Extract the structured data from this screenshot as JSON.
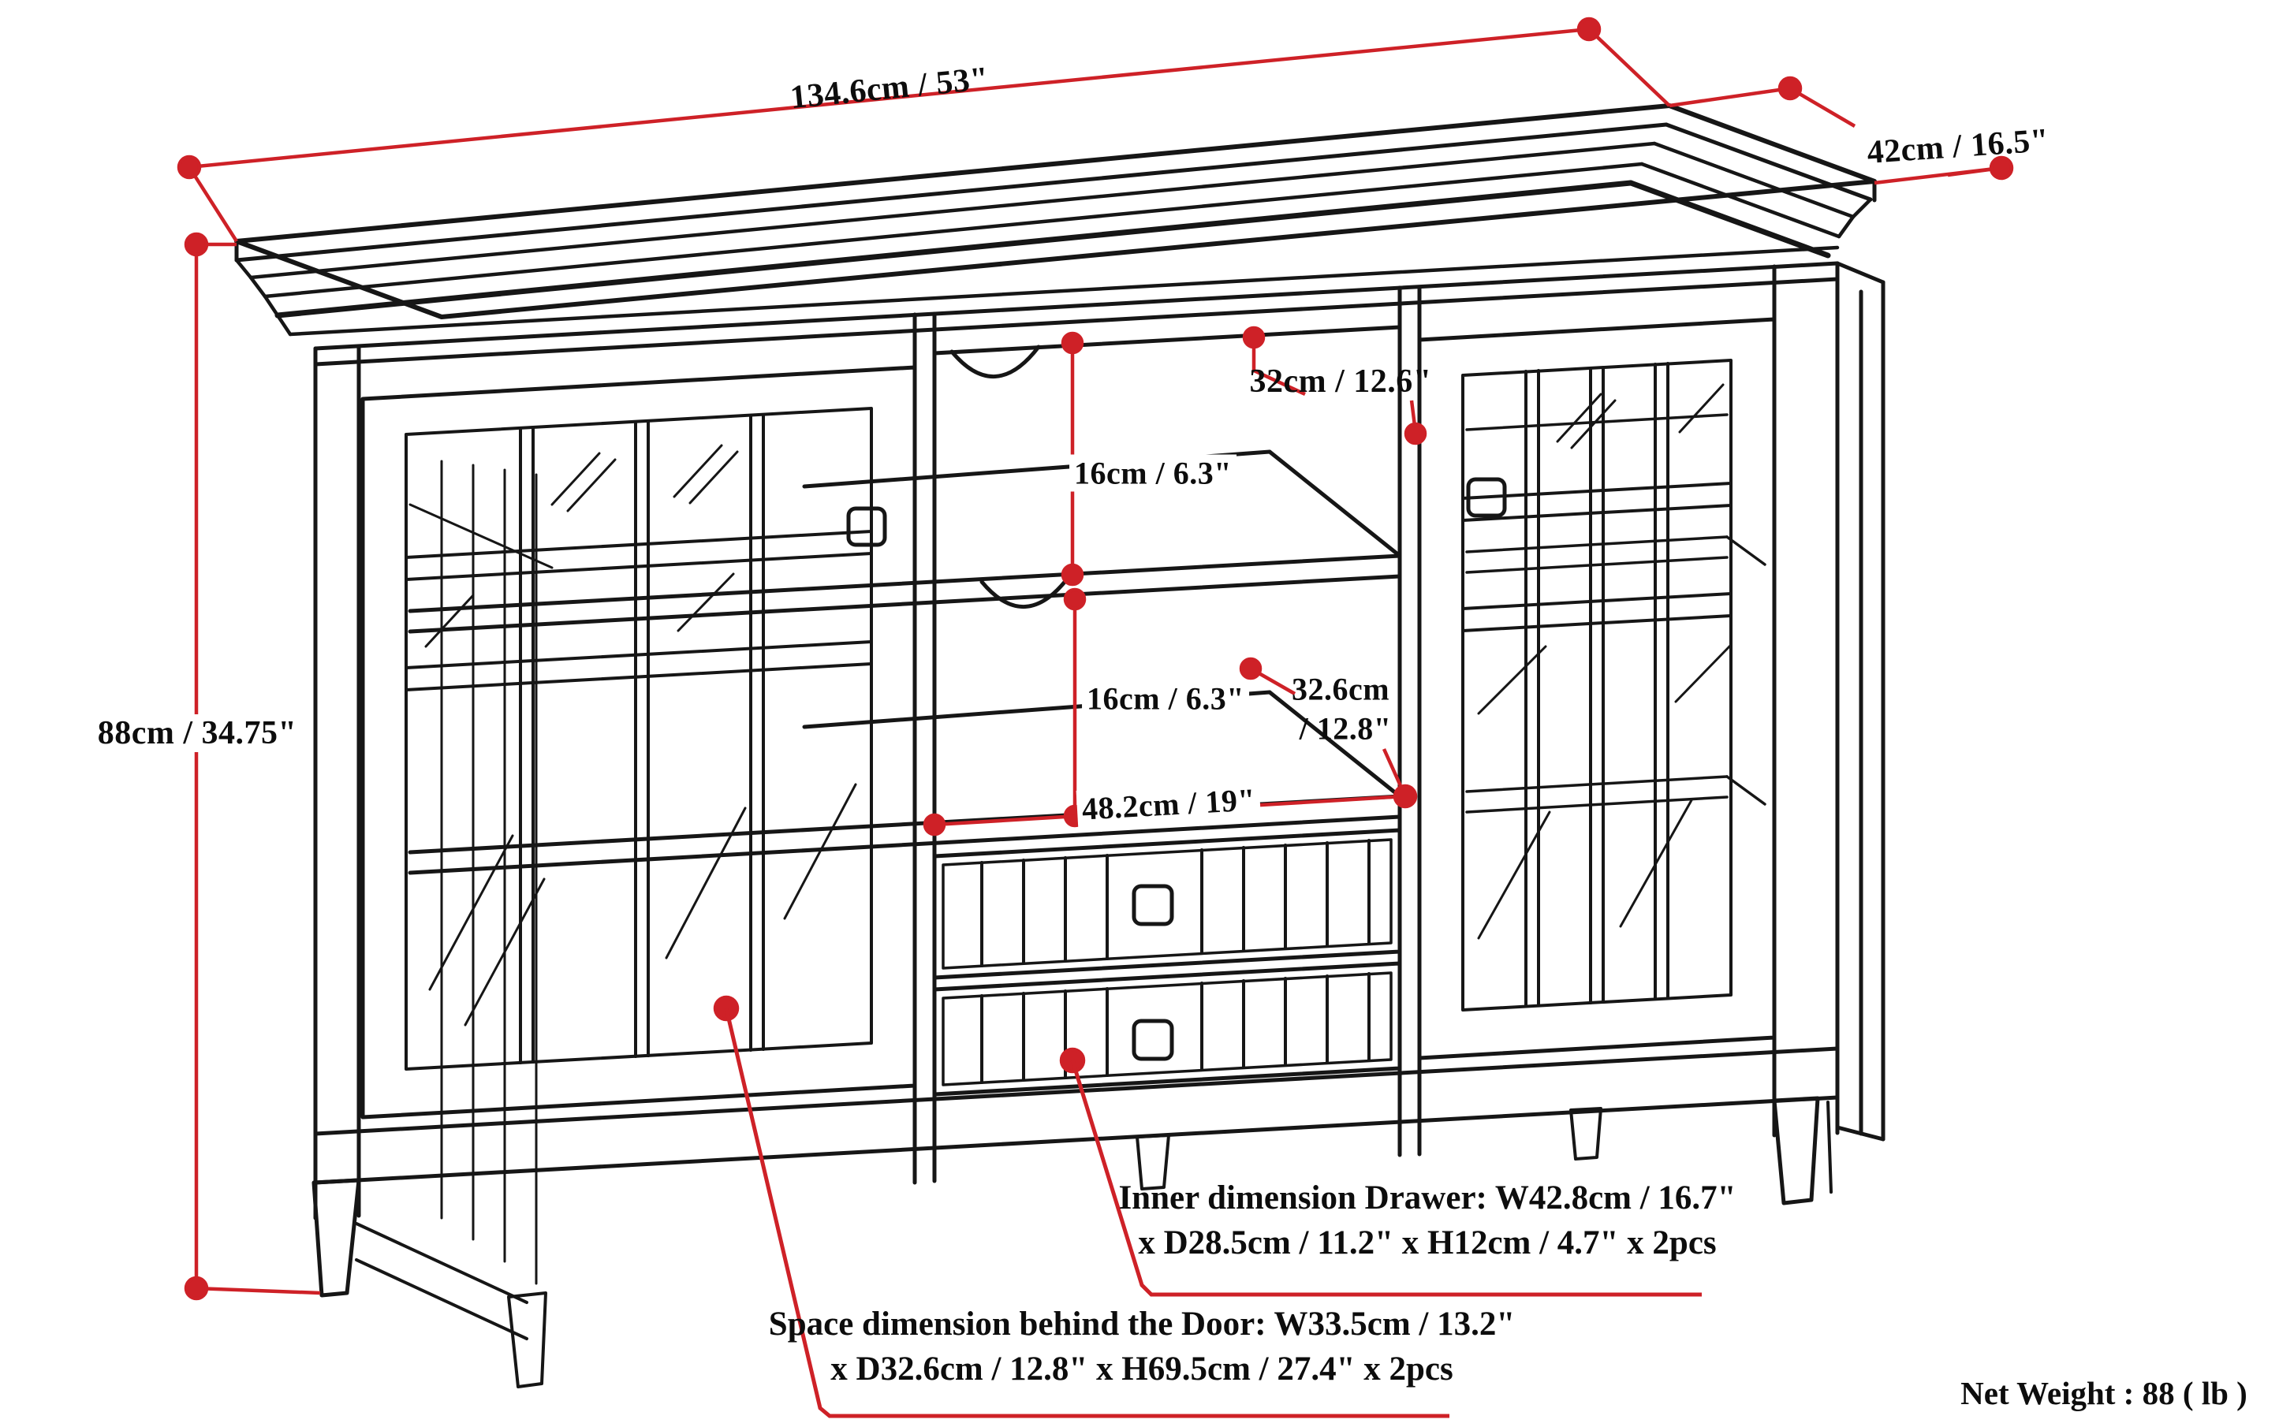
{
  "diagram": {
    "type": "furniture-dimension-drawing",
    "dimensions": {
      "width_top": "134.6cm / 53\"",
      "depth_top": "42cm / 16.5\"",
      "height_left": "88cm / 34.75\"",
      "top_shelf_depth": "32cm / 12.6\"",
      "upper_shelf_gap": "16cm / 6.3\"",
      "lower_shelf_gap": "16cm / 6.3\"",
      "lower_shelf_depth_line1": "32.6cm",
      "lower_shelf_depth_line2": "/ 12.8\"",
      "center_opening_width": "48.2cm / 19\""
    },
    "notes": {
      "drawer_line1": "Inner dimension Drawer: W42.8cm / 16.7\"",
      "drawer_line2": "x D28.5cm / 11.2\" x H12cm / 4.7\" x 2pcs",
      "door_line1": "Space dimension behind the Door: W33.5cm / 13.2\"",
      "door_line2": "x D32.6cm / 12.8\" x H69.5cm / 27.4\" x 2pcs",
      "net_weight": "Net Weight : 88 ( lb )"
    },
    "colors": {
      "line": "#161616",
      "dimension_red": "#ce2127",
      "background": "#ffffff"
    }
  }
}
